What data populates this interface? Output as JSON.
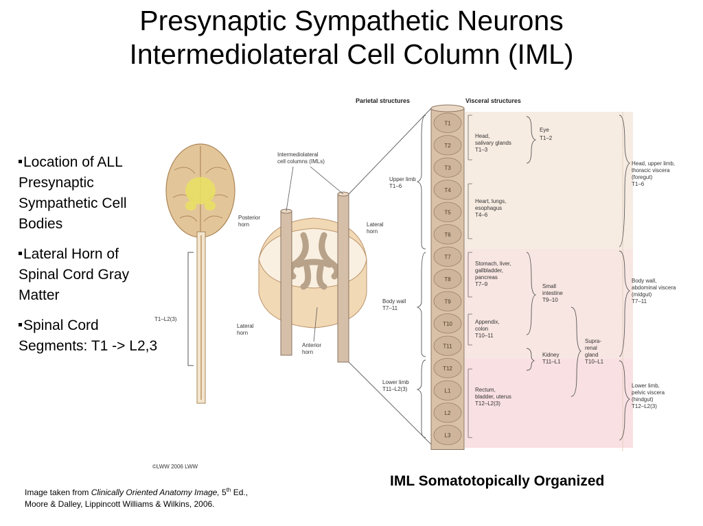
{
  "title": {
    "line1": "Presynaptic Sympathetic Neurons",
    "line2": "Intermediolateral Cell Column (IML)"
  },
  "bullets": [
    "Location of ALL Presynaptic Sympathetic Cell Bodies",
    "Lateral Horn of Spinal Cord Gray Matter",
    "Spinal Cord Segments:  T1 -> L2,3"
  ],
  "figure": {
    "headers": {
      "parietal": "Parietal structures",
      "visceral": "Visceral structures"
    },
    "iml_label": [
      "Intermediolateral",
      "cell columns (IMLs)"
    ],
    "posterior_horn": [
      "Posterior",
      "horn"
    ],
    "lateral_horn": [
      "Lateral",
      "horn"
    ],
    "lateral_horn_left": [
      "Lateral",
      "horn"
    ],
    "anterior_horn": [
      "Anterior",
      "horn"
    ],
    "t1_l2_label": "T1–L2(3)",
    "segments": [
      "T1",
      "T2",
      "T3",
      "T4",
      "T5",
      "T6",
      "T7",
      "T8",
      "T9",
      "T10",
      "T11",
      "T12",
      "L1",
      "L2",
      "L3"
    ],
    "parietal": [
      [
        "Upper limb",
        "T1–6"
      ],
      [
        "Body wall",
        "T7–11"
      ],
      [
        "Lower limb",
        "T11–L2(3)"
      ]
    ],
    "visceral_inner": [
      [
        "Head,",
        "salivary glands",
        "T1–3"
      ],
      [
        "Heart, lungs,",
        "esophagus",
        "T4–6"
      ],
      [
        "Stomach, liver,",
        "gallbladder,",
        "pancreas",
        "T7–9"
      ],
      [
        "Appendix,",
        "colon",
        "T10–11"
      ],
      [
        "Kidney",
        "T11–L1"
      ],
      [
        "Rectum,",
        "bladder, uterus",
        "T12–L2(3)"
      ]
    ],
    "eye": [
      "Eye",
      "T1–2"
    ],
    "small_intestine": [
      "Small",
      "intestine",
      "T9–10"
    ],
    "suprarenal": [
      "Supra-",
      "renal",
      "gland",
      "T10–L1"
    ],
    "visceral_outer": [
      [
        "Head, upper limb,",
        "thoracic viscera",
        "(foregut)",
        "T1–6"
      ],
      [
        "Body wall,",
        "abdominal viscera",
        "(midgut)",
        "T7–11"
      ],
      [
        "Lower limb,",
        "pelvic viscera",
        "(hindgut)",
        "T12–L2(3)"
      ]
    ],
    "copyright": "©LWW 2006 LWW"
  },
  "caption_right": "IML Somatotopically Organized",
  "credit": {
    "prefix": "Image taken from ",
    "book": "Clinically Oriented Anatomy Image,",
    "edition_num": " 5",
    "edition_sup": "th",
    "edition_rest": " Ed.,",
    "line2": "Moore & Dalley, Lippincott Williams & Wilkins, 2006."
  },
  "colors": {
    "band_upper": "#f7ece2",
    "band_middle": "#f8e6e2",
    "band_lower": "#f9e0e2",
    "cord": "#d9c1a8",
    "brain": "#e3c59a"
  }
}
